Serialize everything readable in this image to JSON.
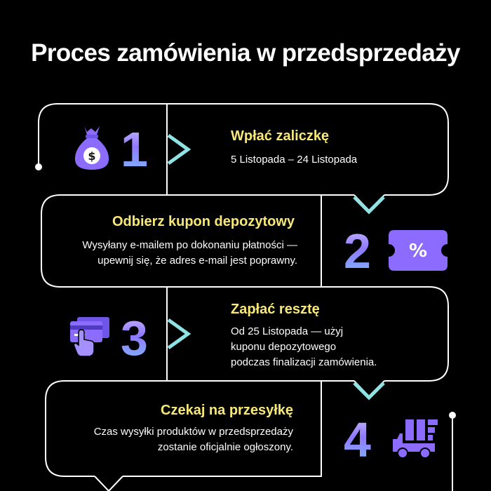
{
  "title": "Proces zamówienia w przedsprzedaży",
  "colors": {
    "accent_text": "#f7e878",
    "icon_purple": "#8b6cff",
    "arrow_teal": "#8fe3e4",
    "frame": "#ffffff"
  },
  "steps": [
    {
      "number": "1",
      "title": "Wpłać zaliczkę",
      "lines": [
        "5 Listopada – 24 Listopada"
      ],
      "icon": "money-bag-icon"
    },
    {
      "number": "2",
      "title": "Odbierz kupon depozytowy",
      "lines": [
        "Wysyłany e-mailem po dokonaniu płatności —",
        "upewnij się, że adres e-mail jest poprawny."
      ],
      "icon": "coupon-percent-icon",
      "icon_text": "%"
    },
    {
      "number": "3",
      "title": "Zapłać resztę",
      "lines": [
        "Od 25 Listopada — użyj",
        "kuponu depozytowego",
        "podczas finalizacji zamówienia."
      ],
      "icon": "card-payment-icon"
    },
    {
      "number": "4",
      "title": "Czekaj na przesyłkę",
      "lines": [
        "Czas wysyłki produktów w przedsprzedaży",
        "zostanie oficjalnie ogłoszony."
      ],
      "icon": "delivery-truck-icon"
    }
  ]
}
